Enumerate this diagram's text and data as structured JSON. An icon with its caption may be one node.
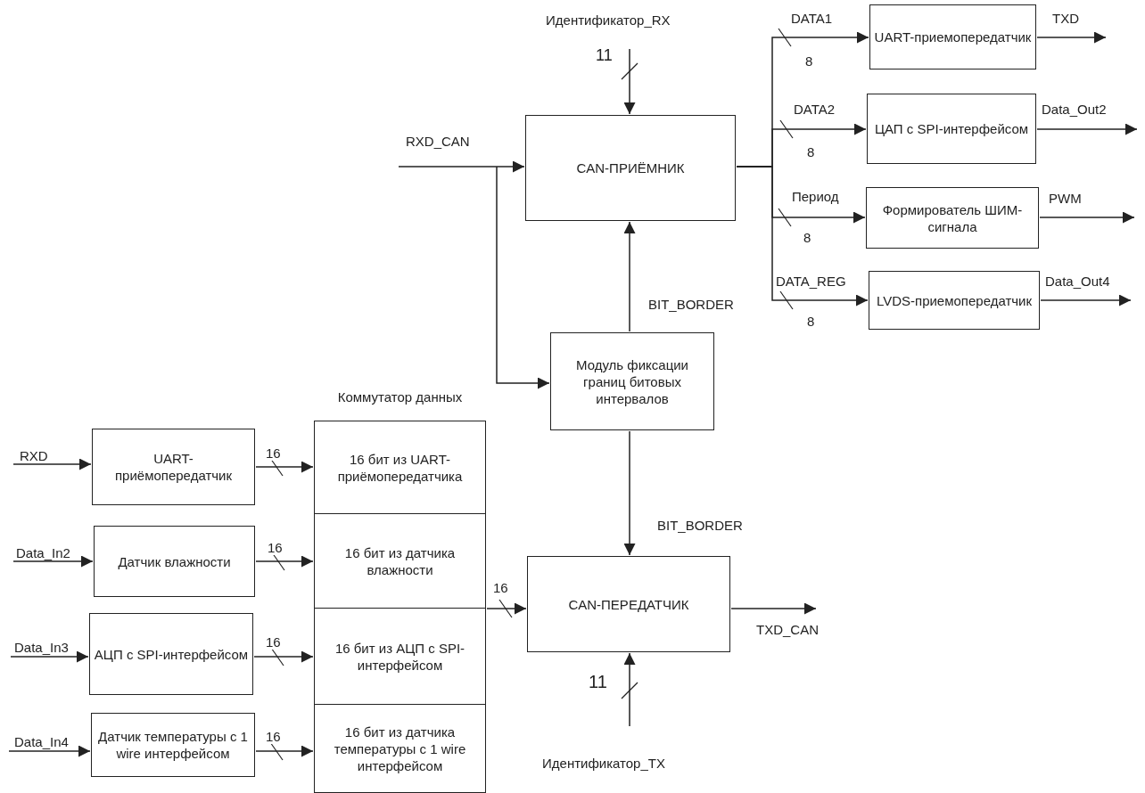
{
  "diagram": {
    "nodes": [
      {
        "text": [
          "CAN-ПРИЁМНИК"
        ]
      },
      {
        "text": [
          "UART-приемопередатчик"
        ]
      },
      {
        "text": [
          "ЦАП с SPI-интерфейсом"
        ]
      },
      {
        "text": [
          "Формирователь ШИМ-сигнала"
        ]
      },
      {
        "text": [
          "LVDS-приемопередатчик"
        ]
      },
      {
        "text": [
          "Модуль фиксации границ битовых интервалов"
        ]
      },
      {
        "text": [
          "UART-приёмопередатчик"
        ]
      },
      {
        "text": [
          "Датчик влажности"
        ]
      },
      {
        "text": [
          "АЦП с SPI-интерфейсом"
        ]
      },
      {
        "text": [
          "Датчик температуры с 1 wire интерфейсом"
        ]
      },
      {
        "text": [
          "Коммутатор данных"
        ]
      },
      {
        "text": [
          "16 бит из UART-приёмопередатчика"
        ],
        "in": 10
      },
      {
        "text": [
          "16 бит из датчика влажности"
        ],
        "in": 10
      },
      {
        "text": [
          "16 бит из АЦП с SPI-интерфейсом"
        ],
        "in": 10
      },
      {
        "text": [
          "16 бит из датчика температуры с 1 wire интерфейсом"
        ],
        "in": 10
      },
      {
        "text": [
          "CAN-ПЕРЕДАТЧИК"
        ]
      }
    ],
    "edges": [
      {
        "from": null,
        "to": 0,
        "arrow": "to",
        "label": "RXD_CAN"
      },
      {
        "from": null,
        "to": 5,
        "arrow": "to"
      },
      {
        "from": null,
        "to": 0,
        "arrow": "to",
        "label": "Идентификатор_RX"
      },
      {
        "from": 5,
        "to": 0,
        "arrow": "to",
        "label": "BIT_BORDER"
      },
      {
        "from": 0,
        "to": 1,
        "arrow": "to",
        "label": "DATA1"
      },
      {
        "from": 0,
        "to": 2,
        "arrow": "to",
        "label": "DATA2"
      },
      {
        "from": 0,
        "to": 3,
        "arrow": "to",
        "label": "Период"
      },
      {
        "from": 0,
        "to": 4,
        "arrow": "to",
        "label": "DATA_REG"
      },
      {
        "from": 1,
        "to": null,
        "arrow": "to",
        "label": "TXD"
      },
      {
        "from": 2,
        "to": null,
        "arrow": "to",
        "label": "Data_Out2"
      },
      {
        "from": 3,
        "to": null,
        "arrow": "to",
        "label": "PWM"
      },
      {
        "from": 4,
        "to": null,
        "arrow": "to",
        "label": "Data_Out4"
      },
      {
        "from": 5,
        "to": 15,
        "arrow": "to",
        "label": "BIT_BORDER"
      },
      {
        "from": null,
        "to": 6,
        "arrow": "to",
        "label": "RXD"
      },
      {
        "from": null,
        "to": 7,
        "arrow": "to",
        "label": "Data_In2"
      },
      {
        "from": null,
        "to": 8,
        "arrow": "to",
        "label": "Data_In3"
      },
      {
        "from": null,
        "to": 9,
        "arrow": "to",
        "label": "Data_In4"
      },
      {
        "from": 6,
        "to": 11,
        "arrow": "to",
        "label": "16"
      },
      {
        "from": 7,
        "to": 12,
        "arrow": "to",
        "label": "16"
      },
      {
        "from": 8,
        "to": 13,
        "arrow": "to",
        "label": "16"
      },
      {
        "from": 9,
        "to": 14,
        "arrow": "to",
        "label": "16"
      },
      {
        "from": 10,
        "to": 15,
        "arrow": "to",
        "label": "16"
      },
      {
        "from": 15,
        "to": null,
        "arrow": "to",
        "label": "TXD_CAN"
      },
      {
        "from": null,
        "to": 15,
        "arrow": "to",
        "label": "Идентификатор_TX"
      }
    ],
    "labels": [
      "11",
      "8",
      "8",
      "8",
      "8",
      "11"
    ]
  }
}
